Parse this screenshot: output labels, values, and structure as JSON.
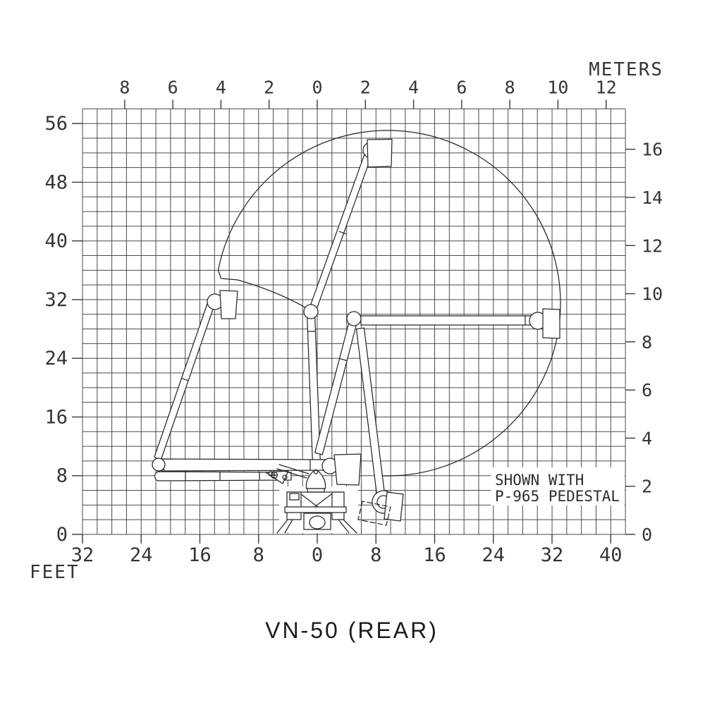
{
  "title": "VN-50 (REAR)",
  "figure": {
    "model": "VN-50",
    "view": "REAR",
    "pedestal": "P-965"
  },
  "annotation": {
    "line1": "SHOWN WITH",
    "line2": "P-965 PEDESTAL"
  },
  "axes": {
    "top": {
      "unit_label": "METERS",
      "ticks": [
        "8",
        "6",
        "4",
        "2",
        "0",
        "2",
        "4",
        "6",
        "8",
        "10",
        "12"
      ],
      "values_m": [
        -8,
        -6,
        -4,
        -2,
        0,
        2,
        4,
        6,
        8,
        10,
        12
      ]
    },
    "bottom": {
      "unit_label": "FEET",
      "ticks": [
        "32",
        "24",
        "16",
        "8",
        "0",
        "8",
        "16",
        "24",
        "32",
        "40"
      ],
      "values_ft": [
        -32,
        -24,
        -16,
        -8,
        0,
        8,
        16,
        24,
        32,
        40
      ]
    },
    "left": {
      "ticks": [
        "56",
        "48",
        "40",
        "32",
        "24",
        "16",
        "8",
        "0"
      ],
      "values_ft": [
        56,
        48,
        40,
        32,
        24,
        16,
        8,
        0
      ]
    },
    "right": {
      "ticks": [
        "16",
        "14",
        "12",
        "10",
        "8",
        "6",
        "4",
        "2",
        "0"
      ],
      "values_m": [
        16,
        14,
        12,
        10,
        8,
        6,
        4,
        2,
        0
      ]
    }
  },
  "chart_data": {
    "type": "diagram",
    "title": "VN-50 (REAR) working range with P-965 pedestal",
    "x_axis": {
      "bottom_unit": "FEET",
      "top_unit": "METERS",
      "range_ft": [
        -32,
        42
      ]
    },
    "y_axis": {
      "left_unit": "FEET",
      "right_unit": "METERS",
      "range_ft": [
        0,
        58
      ]
    },
    "grid_step_ft": 2,
    "reach_envelope": {
      "shape": "arc",
      "center_ft": [
        9.6,
        31.5
      ],
      "radius_ft": 23.5
    },
    "bucket_positions_ft": [
      {
        "name": "raised-top",
        "x": 8.5,
        "y": 52.0
      },
      {
        "name": "up-left",
        "x": -12.1,
        "y": 31.3
      },
      {
        "name": "out-right",
        "x": 31.9,
        "y": 28.7
      },
      {
        "name": "stowed",
        "x": 4.1,
        "y": 8.8
      },
      {
        "name": "below-right",
        "x": 10.4,
        "y": 3.8
      }
    ]
  }
}
